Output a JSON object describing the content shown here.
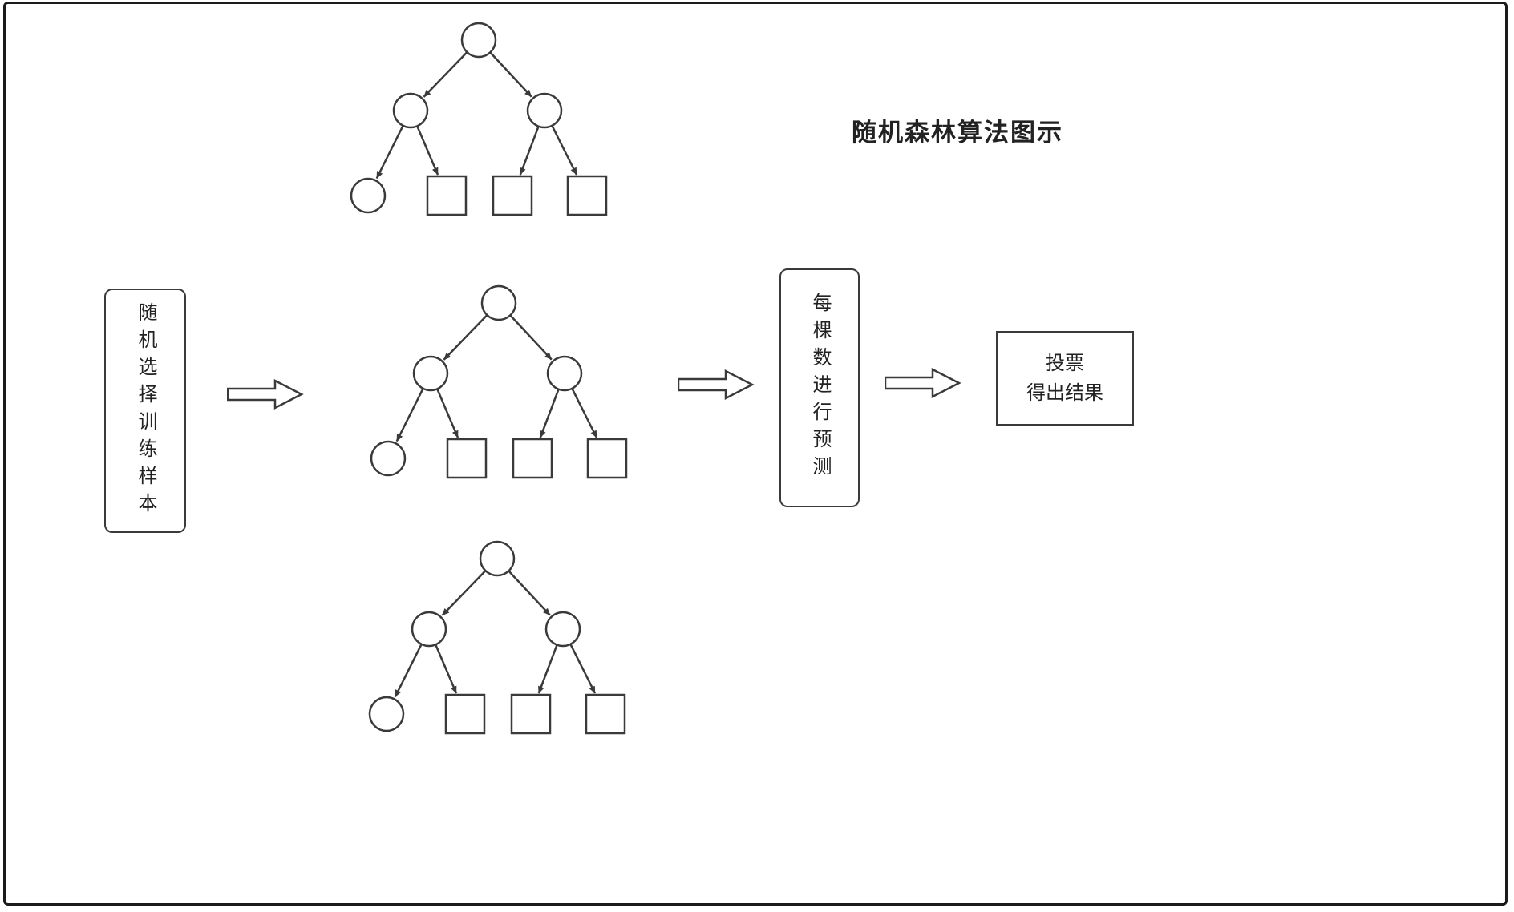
{
  "title": "随机森林算法图示",
  "boxes": {
    "sample": "随机选择训练样本",
    "predict": "每棵数进行预测",
    "result": "投票\n得出结果"
  },
  "colors": {
    "stroke": "#3a3a3a",
    "frame": "#1b1b1b",
    "background": "#ffffff"
  }
}
